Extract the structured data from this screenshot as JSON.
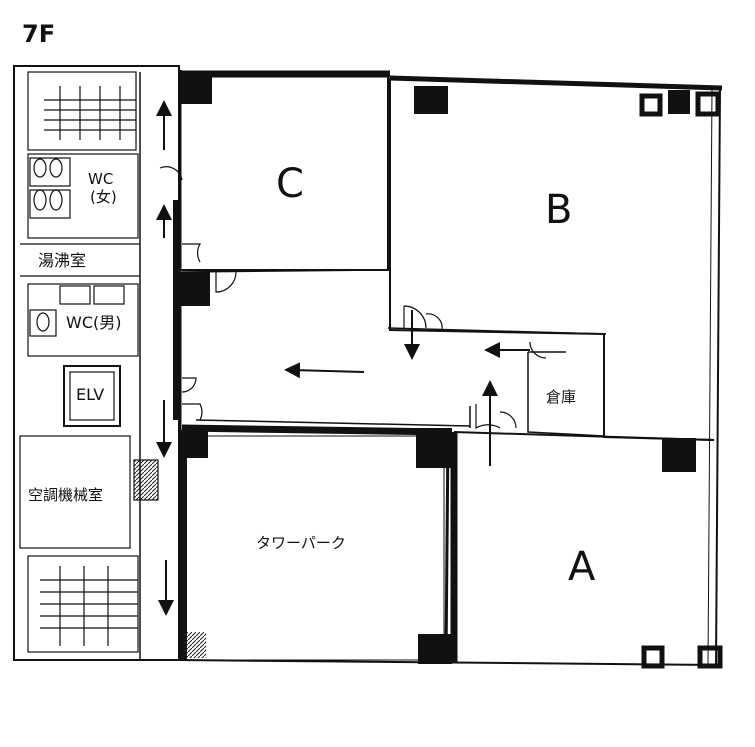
{
  "floor": {
    "label": "7F"
  },
  "rooms": {
    "a": "A",
    "b": "B",
    "c": "C",
    "tower_park": "タワーパーク",
    "storage": "倉庫",
    "wc_women": "WC\n(女)",
    "wc_men": "WC(男)",
    "kitchenette": "湯沸室",
    "elevator": "ELV",
    "machine_room": "空調機械室"
  }
}
